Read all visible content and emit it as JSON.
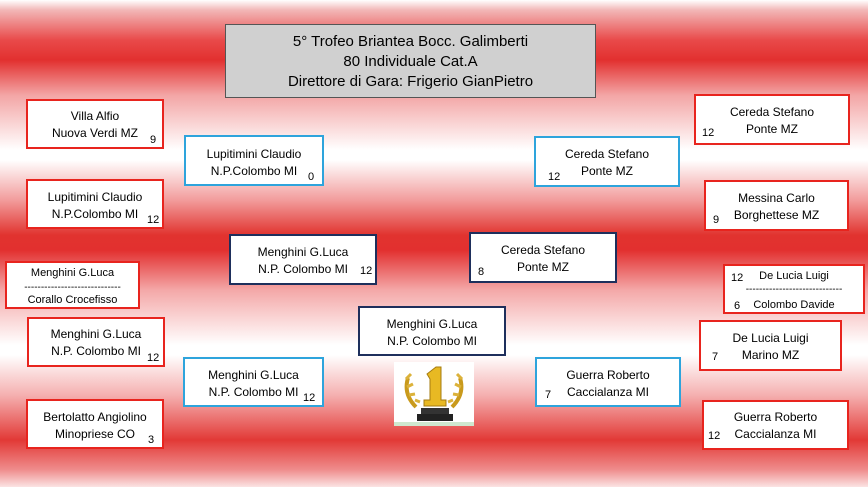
{
  "header": {
    "line1": "5° Trofeo Briantea Bocc. Galimberti",
    "line2": "80 Individuale Cat.A",
    "line3": "Direttore di Gara: Frigerio GianPietro"
  },
  "left": {
    "r1_m1": {
      "name": "Villa Alfio",
      "club": "Nuova Verdi MZ",
      "score": "9"
    },
    "r1_m2": {
      "name": "Lupitimini Claudio",
      "club": "N.P.Colombo MI",
      "score": "12"
    },
    "r1_m3": {
      "name": "Menghini G.Luca",
      "sep": "-----------------------------",
      "name2": "Corallo Crocefisso"
    },
    "r1_m4": {
      "name": "Menghini G.Luca",
      "club": "N.P. Colombo MI",
      "score": "12"
    },
    "r1_m5": {
      "name": "Bertolatto Angiolino",
      "club": "Minopriese CO",
      "score": "3"
    },
    "r2_m1": {
      "name": "Lupitimini Claudio",
      "club": "N.P.Colombo MI",
      "score": "0"
    },
    "r2_m2": {
      "name": "Menghini G.Luca",
      "club": "N.P. Colombo MI",
      "score": "12"
    },
    "r2_m3": {
      "name": "Menghini G.Luca",
      "club": "N.P. Colombo MI",
      "score": "12"
    }
  },
  "right": {
    "r1_m1": {
      "name": "Cereda Stefano",
      "club": "Ponte MZ",
      "score": "12"
    },
    "r1_m2": {
      "name": "Messina Carlo",
      "club": "Borghettese MZ",
      "score": "9"
    },
    "r1_m3": {
      "name": "De Lucia Luigi",
      "sep": "-----------------------------",
      "name2": "Colombo Davide",
      "score1": "12",
      "score2": "6"
    },
    "r1_m4": {
      "name": "De Lucia Luigi",
      "club": "Marino MZ",
      "score": "7"
    },
    "r1_m5": {
      "name": "Guerra Roberto",
      "club": "Caccialanza MI",
      "score": "12"
    },
    "r2_m1": {
      "name": "Cereda Stefano",
      "club": "Ponte MZ",
      "score": "12"
    },
    "r2_m2": {
      "name": "Cereda Stefano",
      "club": "Ponte MZ",
      "score": "8"
    },
    "r2_m3": {
      "name": "Guerra Roberto",
      "club": "Caccialanza MI",
      "score": "7"
    }
  },
  "winner": {
    "name": "Menghini G.Luca",
    "club": "N.P. Colombo MI"
  },
  "colors": {
    "red_border": "#e8241e",
    "blue_border": "#2ea4dc",
    "navy_border": "#1e2f5c",
    "title_bg": "#d0d0d0"
  },
  "trophy_icon": "first-place-trophy-icon"
}
